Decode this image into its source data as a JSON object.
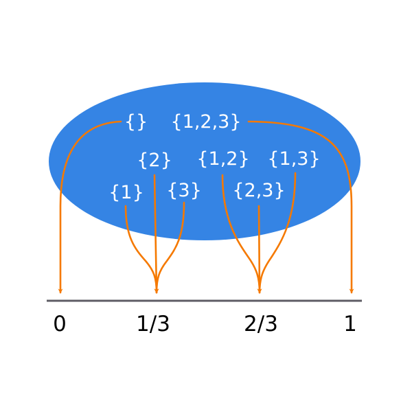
{
  "colors": {
    "ellipse": "#3584e4",
    "arrow": "#f57900",
    "axis_line": "#5e5c64",
    "set_text": "#ffffff",
    "axis_text": "#000000"
  },
  "sets": {
    "empty": "{}",
    "s123": "{1,2,3}",
    "s2": "{2}",
    "s12": "{1,2}",
    "s13": "{1,3}",
    "s1": "{1}",
    "s3": "{3}",
    "s23": "{2,3}"
  },
  "axis": {
    "t0": "0",
    "t1": "1/3",
    "t2": "2/3",
    "t3": "1"
  }
}
